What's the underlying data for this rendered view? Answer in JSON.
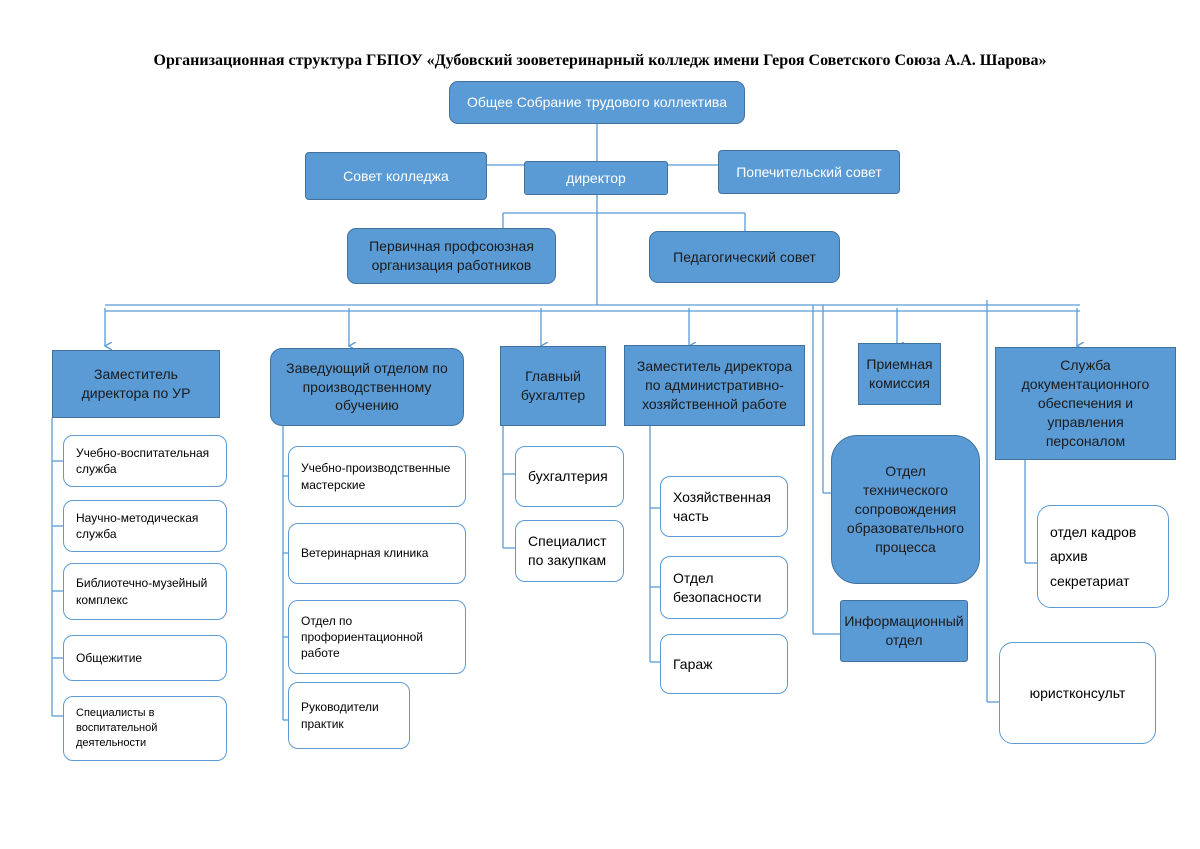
{
  "title": "Организационная структура ГБПОУ «Дубовский зооветеринарный колледж имени Героя Советского Союза А.А. Шарова»",
  "top": {
    "assembly": "Общее Собрание трудового коллектива",
    "council": "Совет колледжа",
    "director": "директор",
    "trustees": "Попечительский совет",
    "union": "Первичная профсоюзная организация работников",
    "ped_council": "Педагогический совет"
  },
  "departments": {
    "deputy_ur": {
      "label": "Заместитель директора по УР",
      "items": [
        "Учебно-воспитательная служба",
        "Научно-методическая служба",
        "Библиотечно-музейный комплекс",
        "Общежитие",
        "Специалисты в воспитательной деятельности"
      ]
    },
    "production": {
      "label": "Заведующий отделом по производственному обучению",
      "items": [
        "Учебно-производственные мастерские",
        "Ветеринарная клиника",
        "Отдел по профориентационной работе",
        "Руководители практик"
      ]
    },
    "accountant": {
      "label": "Главный бухгалтер",
      "items": [
        "бухгалтерия",
        "Специалист по закупкам"
      ]
    },
    "admin": {
      "label": "Заместитель директора по административно-хозяйственной работе",
      "items": [
        "Хозяйственная часть",
        "Отдел безопасности",
        "Гараж"
      ]
    },
    "admission": {
      "label": "Приемная комиссия"
    },
    "tech_support": {
      "label": "Отдел технического сопровождения образовательного процесса"
    },
    "info_dept": {
      "label": "Информационный отдел"
    },
    "docs_service": {
      "label": "Служба документационного обеспечения и управления персоналом",
      "items": [
        "отдел кадров архив секретариат"
      ]
    },
    "lawyer": {
      "label": "юристконсульт"
    }
  },
  "colors": {
    "box_fill": "#5b9bd5",
    "box_border": "#41719c",
    "line": "#5b9bd5"
  }
}
